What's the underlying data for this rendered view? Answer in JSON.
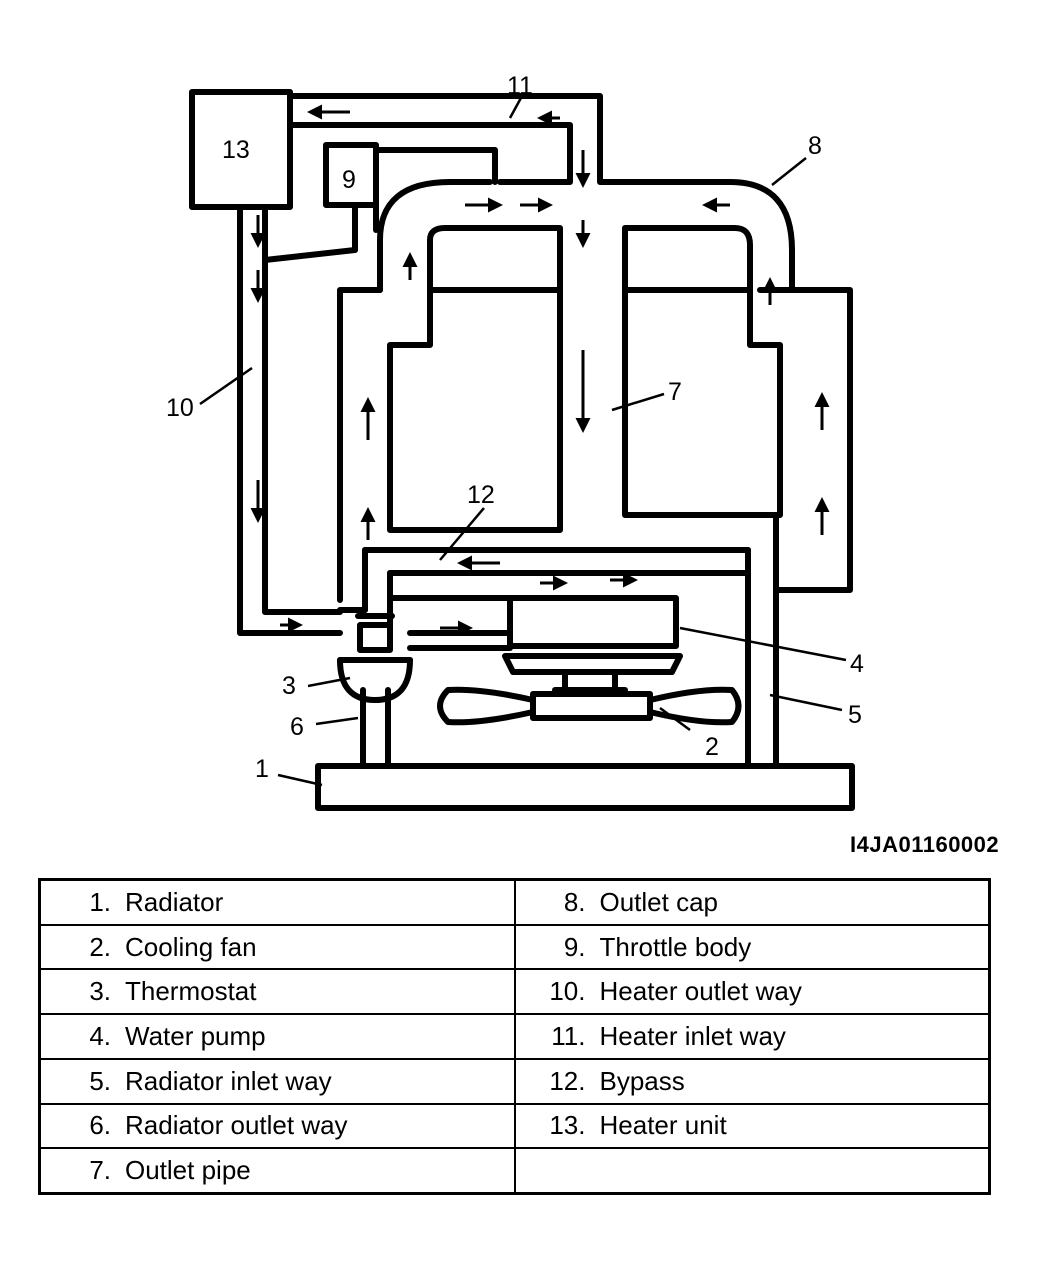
{
  "diagram": {
    "reference_code": "I4JA01160002",
    "callouts": [
      "1",
      "2",
      "3",
      "4",
      "5",
      "6",
      "7",
      "8",
      "9",
      "10",
      "11",
      "12",
      "13"
    ]
  },
  "legend": {
    "rows": [
      [
        {
          "num": "1.",
          "label": "Radiator"
        },
        {
          "num": "8.",
          "label": "Outlet cap"
        }
      ],
      [
        {
          "num": "2.",
          "label": "Cooling fan"
        },
        {
          "num": "9.",
          "label": "Throttle body"
        }
      ],
      [
        {
          "num": "3.",
          "label": "Thermostat"
        },
        {
          "num": "10.",
          "label": "Heater outlet way"
        }
      ],
      [
        {
          "num": "4.",
          "label": "Water pump"
        },
        {
          "num": "11.",
          "label": "Heater inlet way"
        }
      ],
      [
        {
          "num": "5.",
          "label": "Radiator inlet way"
        },
        {
          "num": "12.",
          "label": "Bypass"
        }
      ],
      [
        {
          "num": "6.",
          "label": "Radiator outlet way"
        },
        {
          "num": "13.",
          "label": "Heater unit"
        }
      ],
      [
        {
          "num": "7.",
          "label": "Outlet pipe"
        },
        {
          "num": "",
          "label": ""
        }
      ]
    ]
  }
}
